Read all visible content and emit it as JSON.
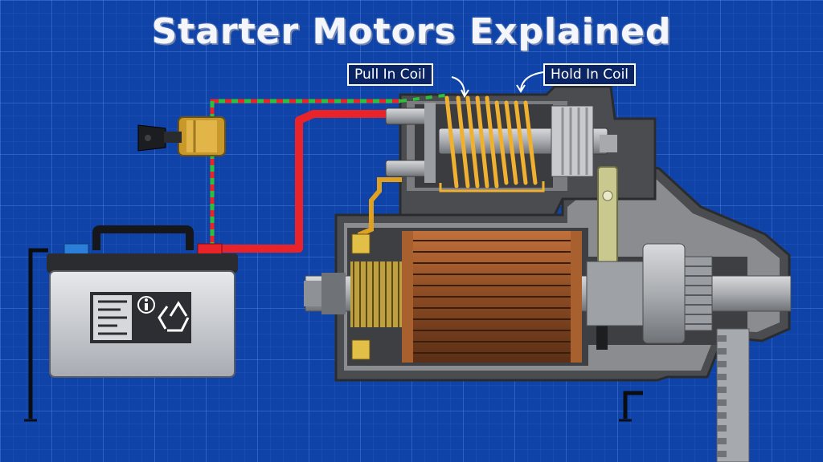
{
  "title": "Starter Motors Explained",
  "labels": {
    "pull_in_coil": "Pull In Coil",
    "hold_in_coil": "Hold In Coil"
  },
  "colors": {
    "background": "#0f43a8",
    "positive_cable": "#e8232a",
    "control_wire_green": "#2fbf3a",
    "coil_copper": "#f0b030",
    "casing": "#7b7d80"
  }
}
